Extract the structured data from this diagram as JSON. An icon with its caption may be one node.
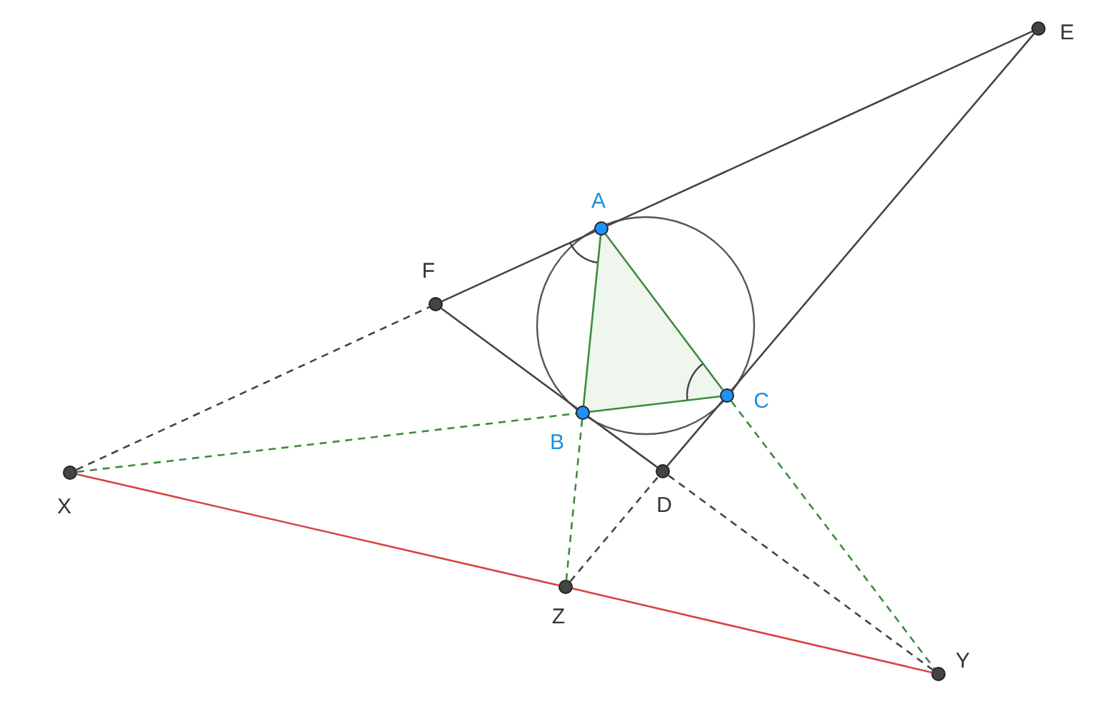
{
  "diagram": {
    "nodes": [
      {
        "text": [],
        "shape": "circle",
        "beside": [
          "A"
        ]
      },
      {
        "text": [],
        "shape": "circle",
        "beside": [
          "B"
        ]
      },
      {
        "text": [],
        "shape": "circle",
        "beside": [
          "C"
        ]
      },
      {
        "text": [],
        "shape": "circle",
        "beside": [
          "D"
        ]
      },
      {
        "text": [],
        "shape": "circle",
        "beside": [
          "E"
        ]
      },
      {
        "text": [],
        "shape": "circle",
        "beside": [
          "F"
        ]
      },
      {
        "text": [],
        "shape": "circle",
        "beside": [
          "X"
        ]
      },
      {
        "text": [],
        "shape": "circle",
        "beside": [
          "Y"
        ]
      },
      {
        "text": [],
        "shape": "circle",
        "beside": [
          "Z"
        ]
      }
    ],
    "edges": [
      {
        "from": 5,
        "to": 0,
        "arrow": "none"
      },
      {
        "from": 0,
        "to": 4,
        "arrow": "none"
      },
      {
        "from": 5,
        "to": 1,
        "arrow": "none"
      },
      {
        "from": 1,
        "to": 3,
        "arrow": "none"
      },
      {
        "from": 3,
        "to": 2,
        "arrow": "none"
      },
      {
        "from": 2,
        "to": 4,
        "arrow": "none"
      },
      {
        "from": 0,
        "to": 1,
        "arrow": "none",
        "color": "#3d8b3d"
      },
      {
        "from": 1,
        "to": 2,
        "arrow": "none",
        "color": "#3d8b3d"
      },
      {
        "from": 2,
        "to": 0,
        "arrow": "none",
        "color": "#3d8b3d"
      },
      {
        "from": 6,
        "to": 5,
        "arrow": "none",
        "style": "dashed"
      },
      {
        "from": 6,
        "to": 1,
        "arrow": "none",
        "style": "dashed",
        "color": "#3d8b3d"
      },
      {
        "from": 6,
        "to": 8,
        "arrow": "none",
        "color": "#d64541"
      },
      {
        "from": 8,
        "to": 7,
        "arrow": "none",
        "color": "#d64541"
      },
      {
        "from": 1,
        "to": 8,
        "arrow": "none",
        "style": "dashed",
        "color": "#3d8b3d"
      },
      {
        "from": 8,
        "to": 3,
        "arrow": "none",
        "style": "dashed"
      },
      {
        "from": 3,
        "to": 7,
        "arrow": "none",
        "style": "dashed"
      },
      {
        "from": 2,
        "to": 7,
        "arrow": "none",
        "style": "dashed",
        "color": "#3d8b3d"
      }
    ]
  }
}
